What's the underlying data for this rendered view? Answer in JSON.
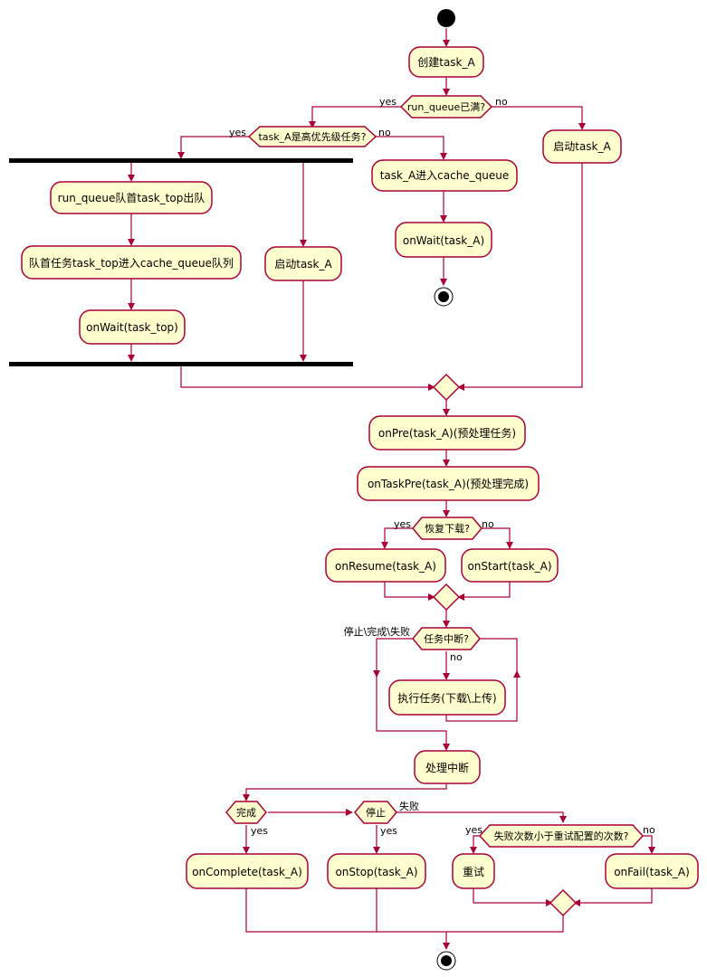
{
  "actions": {
    "create_task": "创建task_A",
    "start_task_right": "启动task_A",
    "run_queue_dequeue": "run_queue队首task_top出队",
    "top_to_cache": "队首任务task_top进入cache_queue队列",
    "onwait_top": "onWait(task_top)",
    "start_task_mid": "启动task_A",
    "task_to_cache": "task_A进入cache_queue",
    "onwait_task": "onWait(task_A)",
    "onpre": "onPre(task_A)(预处理任务)",
    "ontaskpre": "onTaskPre(task_A)(预处理完成)",
    "onresume": "onResume(task_A)",
    "onstart": "onStart(task_A)",
    "execute": "执行任务(下载\\上传)",
    "handle_interrupt": "处理中断",
    "oncomplete": "onComplete(task_A)",
    "onstop": "onStop(task_A)",
    "retry": "重试",
    "onfail": "onFail(task_A)"
  },
  "decisions": {
    "queue_full": "run_queue已满?",
    "high_priority": "task_A是高优先级任务?",
    "resume_download": "恢复下载?",
    "interrupted": "任务中断?",
    "complete": "完成",
    "stop": "停止",
    "retry_count": "失败次数小于重试配置的次数?"
  },
  "labels": {
    "yes": "yes",
    "no": "no",
    "stop_complete_fail": "停止\\完成\\失败",
    "fail": "失败"
  },
  "colors": {
    "node_fill": "#FEFECE",
    "border": "#A80036",
    "start_end": "#000000"
  }
}
